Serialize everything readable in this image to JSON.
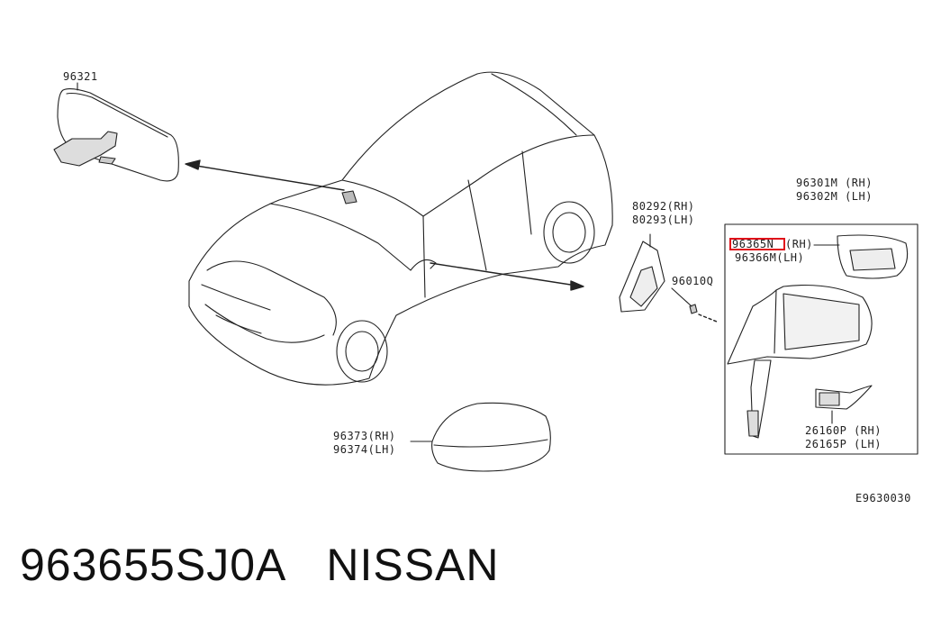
{
  "diagram": {
    "labels": {
      "rear_mirror": "96321",
      "mirror_assy_rh": "96301M (RH)",
      "mirror_assy_lh": "96302M (LH)",
      "glass_rh": "96365N",
      "glass_rh_side": "(RH)",
      "glass_lh": "96366M(LH)",
      "finisher_rh": "80292(RH)",
      "finisher_lh": "80293(LH)",
      "nut": "96010Q",
      "cover_rh": "96373(RH)",
      "cover_lh": "96374(LH)",
      "lamp_rh": "26160P (RH)",
      "lamp_lh": "26165P (LH)",
      "figure_code": "E9630030"
    },
    "highlight_color": "#e0101a"
  },
  "caption": {
    "part_number": "963655SJ0A",
    "brand": "NISSAN"
  }
}
